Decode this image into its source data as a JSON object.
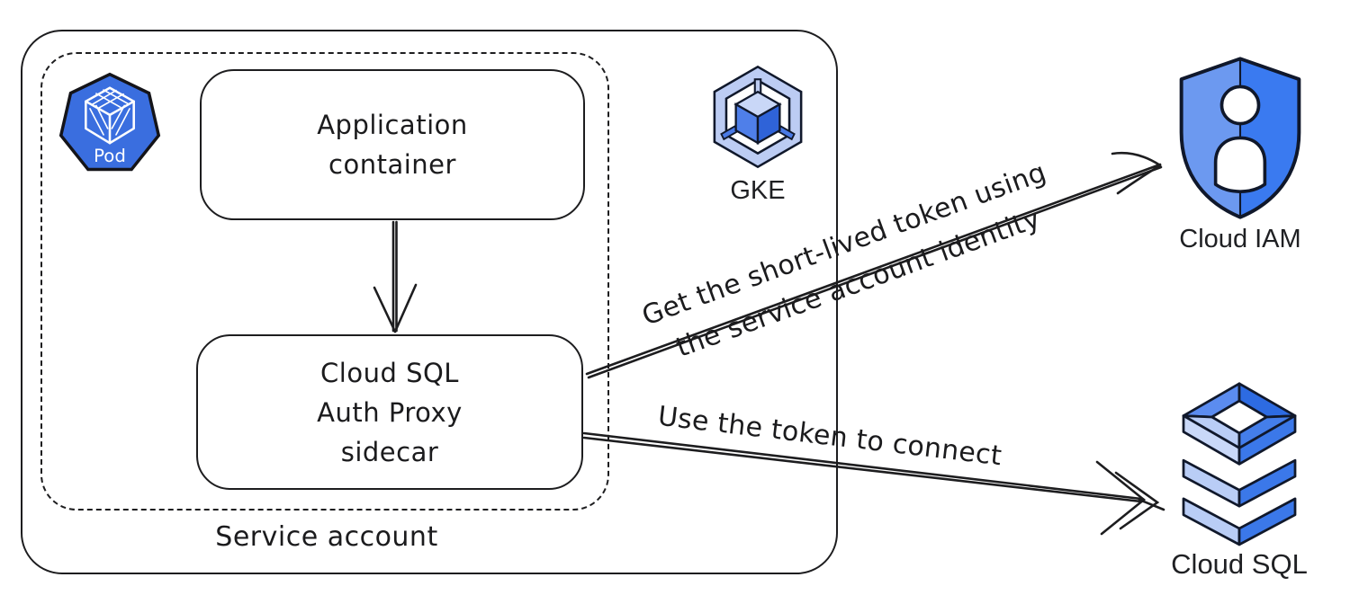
{
  "pod": {
    "label": "Pod"
  },
  "gke": {
    "label": "GKE"
  },
  "boxes": {
    "application_container": {
      "line1": "Application",
      "line2": "container"
    },
    "auth_proxy": {
      "line1": "Cloud SQL",
      "line2": "Auth Proxy",
      "line3": "sidecar"
    },
    "service_account": {
      "label": "Service account"
    }
  },
  "services": {
    "cloud_iam": {
      "label": "Cloud IAM"
    },
    "cloud_sql": {
      "label": "Cloud SQL"
    }
  },
  "arrows": {
    "get_token": {
      "line1": "Get the short-lived token using",
      "line2": "the service account identity"
    },
    "use_token": {
      "label": "Use the token to connect"
    }
  },
  "colors": {
    "pod_blue": "#3a6edf",
    "brand_blue": "#3a7af0",
    "light_blue": "#b9cdf6",
    "outline": "#1d1d1f"
  }
}
